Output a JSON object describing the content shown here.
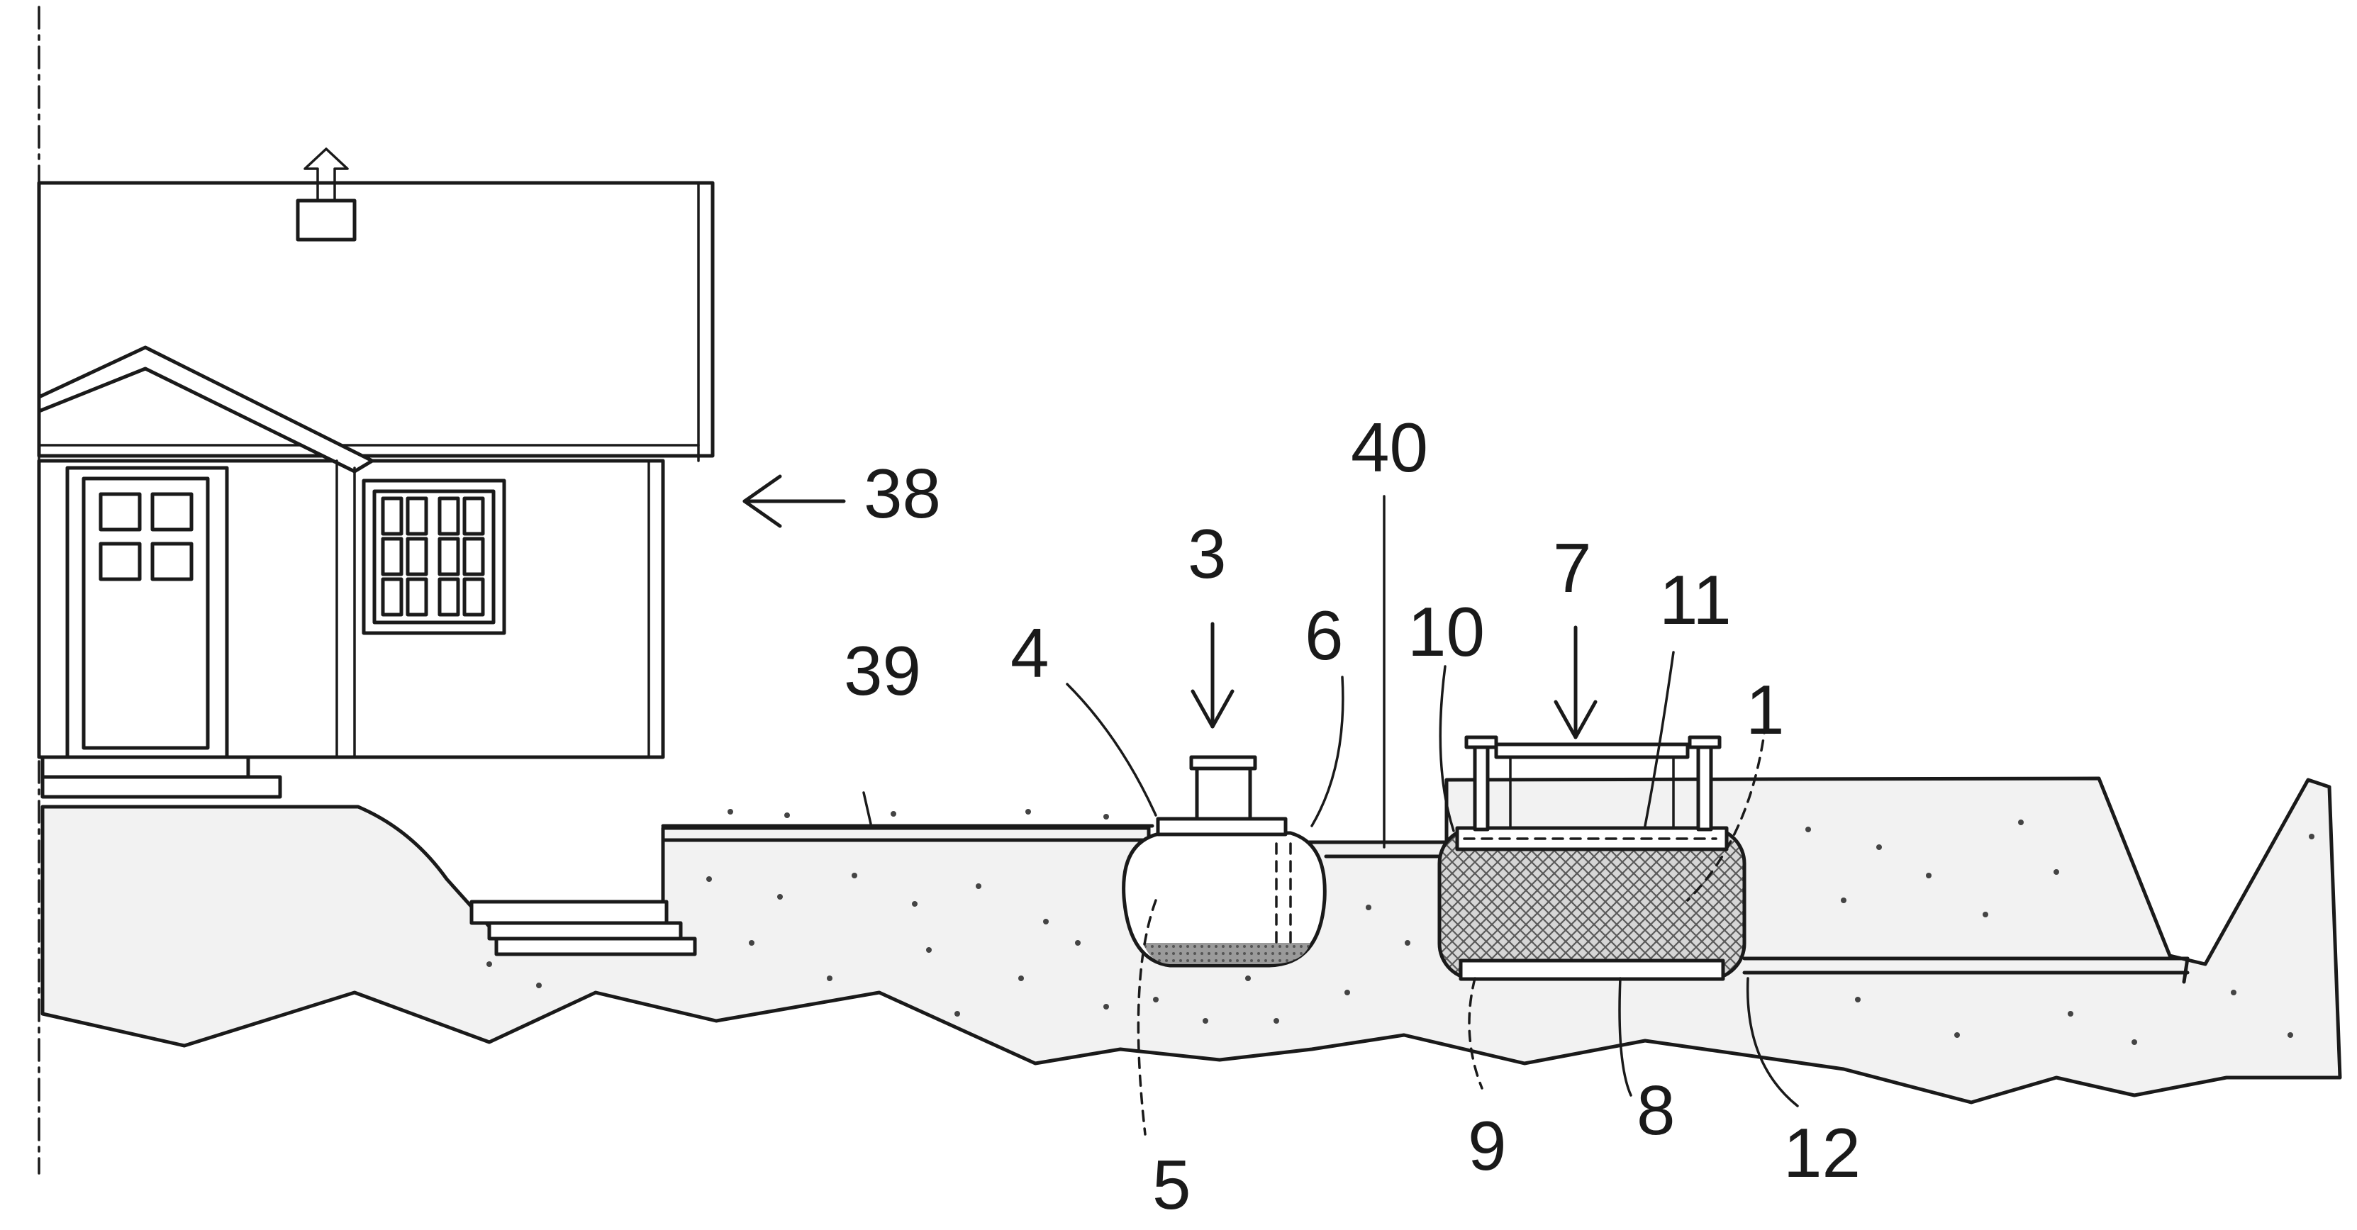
{
  "figure": {
    "reference_labels": {
      "house": "38",
      "ground_pipe": "39",
      "vent_pipe": "40",
      "inlet_arrow": "3",
      "tank_inlet": "4",
      "tank_bottom": "5",
      "tank_outlet": "6",
      "filter_arrow": "7",
      "filter_left": "10",
      "filter_top": "11",
      "filter_right": "1",
      "filter_base": "8",
      "filter_medium": "9",
      "outlet_pipe": "12"
    },
    "colors": {
      "line": "#1a1a1a",
      "soil_fill": "#f2f2f2",
      "medium_fill": "#bdbdbd"
    }
  }
}
